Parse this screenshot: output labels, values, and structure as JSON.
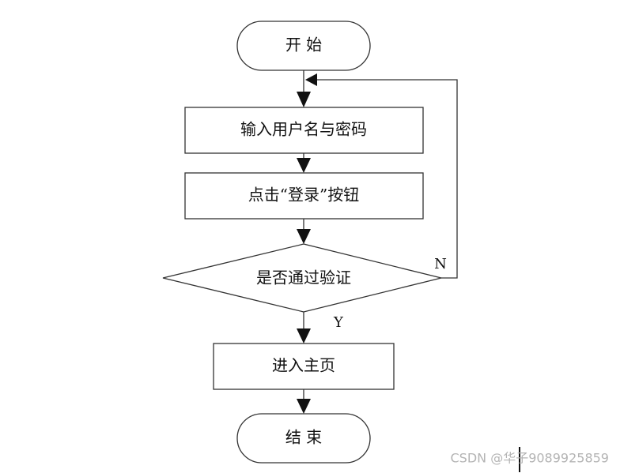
{
  "flowchart": {
    "start": "开 始",
    "input_credentials": "输入用户名与密码",
    "click_login": "点击“登录”按钮",
    "verify": "是否通过验证",
    "no_label": "N",
    "yes_label": "Y",
    "enter_home": "进入主页",
    "end": "结 束"
  },
  "watermark": {
    "text": "CSDN @华子9089925859"
  }
}
